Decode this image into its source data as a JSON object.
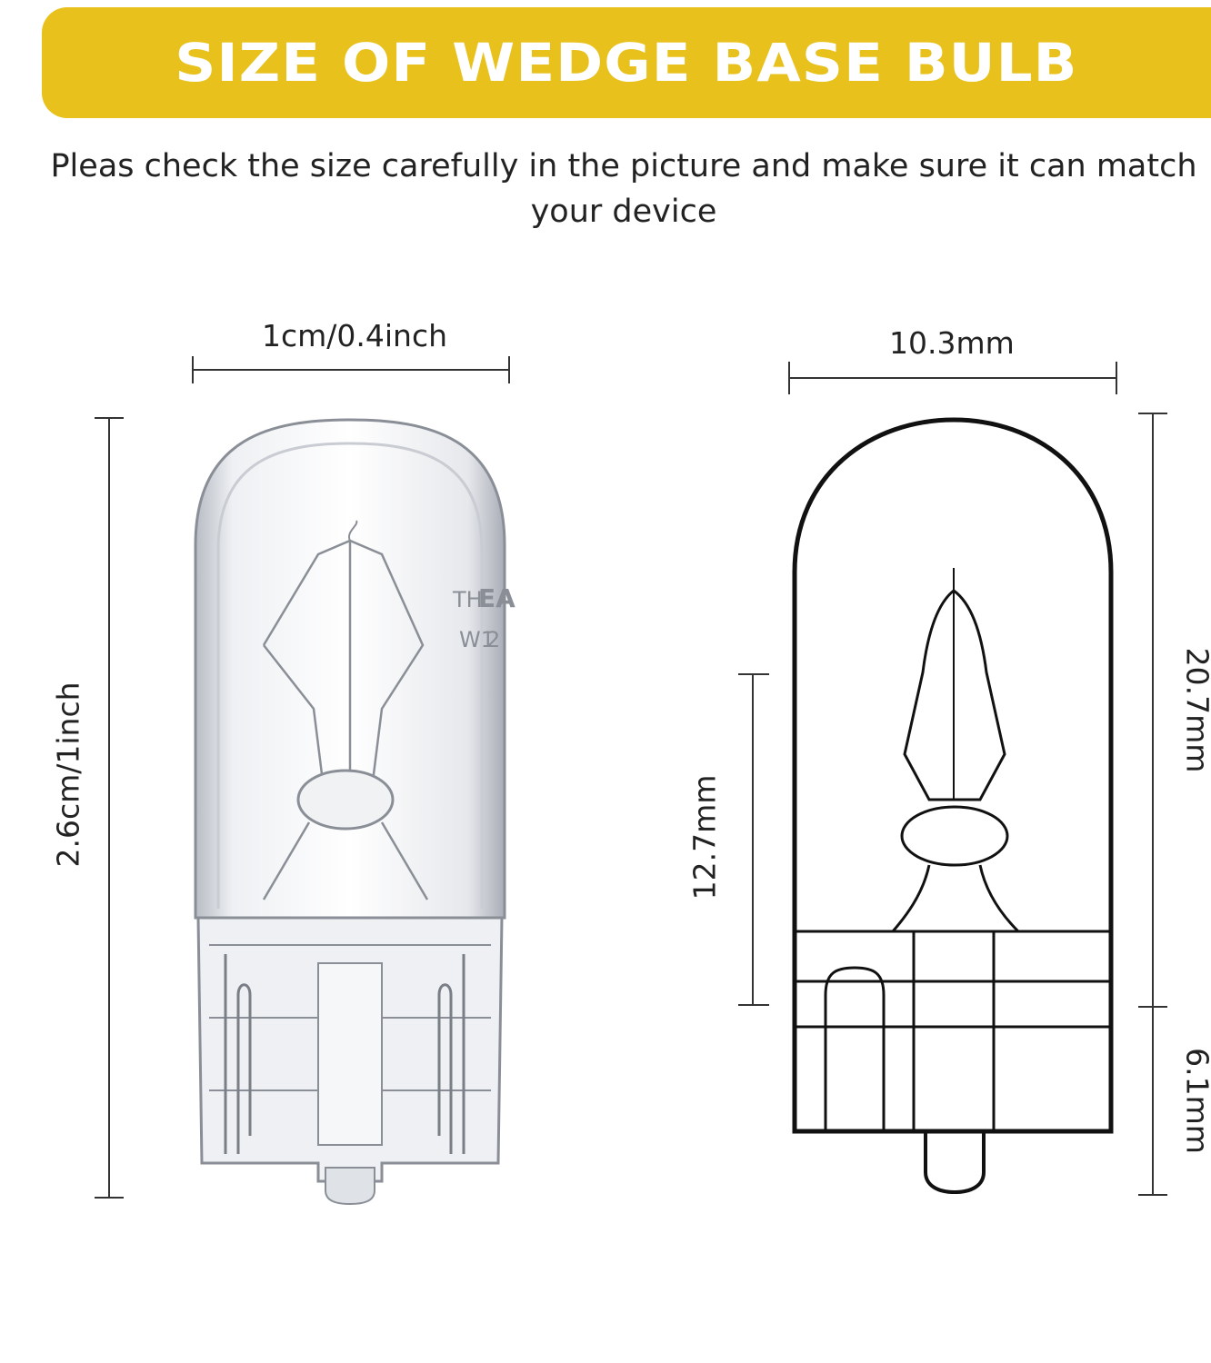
{
  "banner": {
    "title": "SIZE OF WEDGE BASE BULB"
  },
  "subtitle": {
    "text": "Pleas check the size carefully in the picture and make sure it can match your device"
  },
  "photo_bulb": {
    "width_label": "1cm/0.4inch",
    "height_label": "2.6cm/1inch",
    "glass_marking": [
      "TH",
      "EA",
      "W1",
      "2"
    ]
  },
  "diagram_bulb": {
    "width_label": "10.3mm",
    "total_height_label": "20.7mm",
    "base_height_label": "6.1mm",
    "filament_height_label": "12.7mm"
  },
  "colors": {
    "banner": "#e8c11c",
    "text": "#222222",
    "line": "#111111"
  }
}
